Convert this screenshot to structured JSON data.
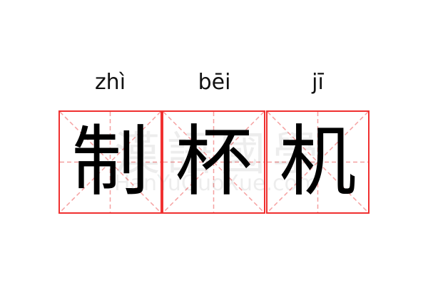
{
  "pinyin": [
    "zhì",
    "bēi",
    "jī"
  ],
  "characters": [
    "制",
    "杯",
    "机"
  ],
  "watermark": {
    "cjk": "漢語國學",
    "latin": "HanYuGuoXue.com"
  },
  "colors": {
    "border": "#f03030",
    "guide": "#f5a0a0",
    "text": "#000000"
  }
}
